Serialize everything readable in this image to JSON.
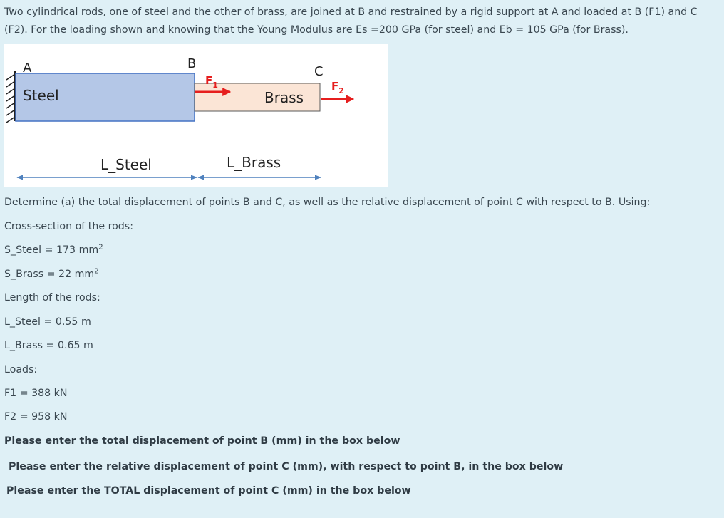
{
  "intro": "Two cylindrical rods, one of steel and the other of brass, are joined at B and restrained by a rigid support at A and loaded at B (F1) and C (F2). For the loading shown and knowing that the Young Modulus are Es =200 GPa (for steel) and Eb = 105 GPa (for Brass).",
  "figure": {
    "point_a": "A",
    "point_b": "B",
    "point_c": "C",
    "steel_label": "Steel",
    "brass_label": "Brass",
    "f1_letter": "F",
    "f1_sub": "1",
    "f2_letter": "F",
    "f2_sub": "2",
    "l_steel": "L_Steel",
    "l_brass": "L_Brass",
    "colors": {
      "steel_fill": "#b4c7e7",
      "steel_stroke": "#4472c4",
      "brass_fill": "#fbe5d6",
      "arrow": "#e61e1e",
      "dimension": "#4f81bd"
    }
  },
  "question": "Determine (a) the total displacement of points B and C, as well as the relative displacement of point C with respect to B. Using:",
  "cross_section_heading": "Cross-section of the rods:",
  "s_steel": "S_Steel = 173 mm",
  "s_steel_exp": "2",
  "s_brass": "S_Brass = 22 mm",
  "s_brass_exp": "2",
  "length_heading": "Length of the rods:",
  "l_steel_value": "L_Steel = 0.55 m",
  "l_brass_value": "L_Brass = 0.65 m",
  "loads_heading": "Loads:",
  "f1_value": "F1 = 388 kN",
  "f2_value": "F2 = 958 kN",
  "prompt_b": "Please enter the total displacement of point B (mm) in the box below",
  "prompt_c_rel": "Please enter the relative displacement of point C (mm), with respect to point B, in the box below",
  "prompt_c_total": "Please enter the TOTAL displacement of point C (mm) in the box below"
}
